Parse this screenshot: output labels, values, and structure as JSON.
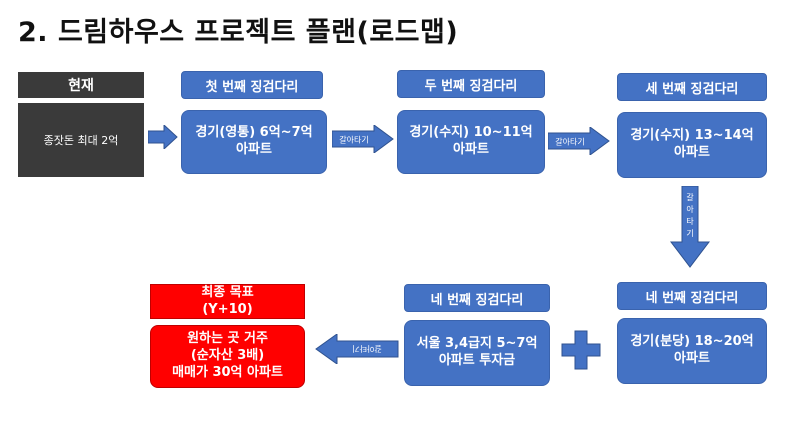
{
  "title": "2. 드림하우스 프로젝트 플랜(로드맵)",
  "current": {
    "label": "현재",
    "text": "종잣돈 최대 2억"
  },
  "steps": [
    {
      "label": "첫 번째 징검다리",
      "text": "경기(영통) 6억~7억\n아파트"
    },
    {
      "label": "두 번째 징검다리",
      "text": "경기(수지) 10~11억\n아파트"
    },
    {
      "label": "세 번째 징검다리",
      "text": "경기(수지) 13~14억\n아파트"
    },
    {
      "label": "네 번째 징검다리",
      "text": "경기(분당) 18~20억\n아파트"
    },
    {
      "label": "네 번째 징검다리",
      "text": "서울 3,4급지 5~7억\n아파트 투자금"
    }
  ],
  "arrows": {
    "a1": "갈아타기",
    "a2": "갈아타기",
    "vertical_chars": [
      "갈",
      "아",
      "타",
      "기"
    ],
    "final": "갈아타기"
  },
  "goal": {
    "label": "최종 목표\n(Y+10)",
    "text": "원하는 곳 거주\n(순자산 3배)\n매매가 30억 아파트"
  },
  "colors": {
    "blue": "#4472c4",
    "dark": "#3a3a3a",
    "red": "#ff0000"
  }
}
